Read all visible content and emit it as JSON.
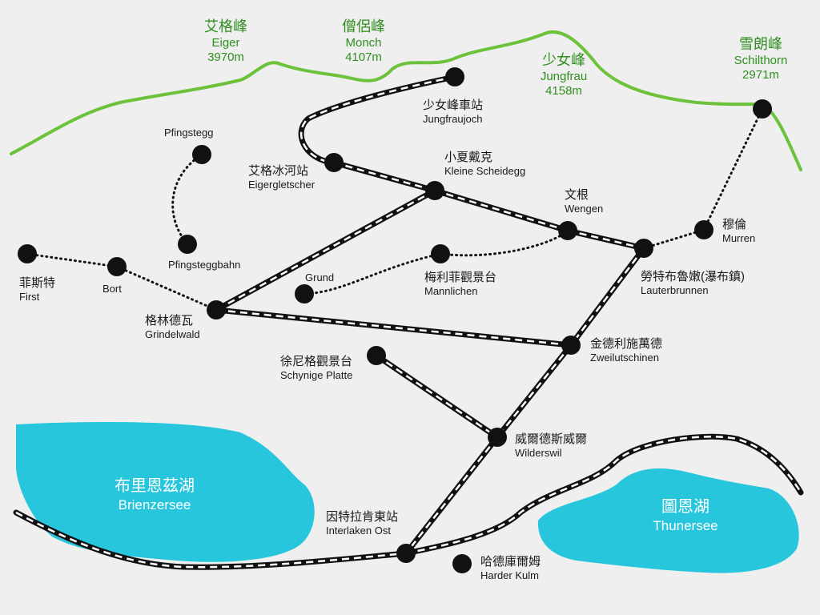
{
  "colors": {
    "background": "#efefef",
    "ridge": "#6cc23a",
    "peak_text": "#2f8f1f",
    "lake": "#27c6dc",
    "rail": "#111111",
    "station": "#111111"
  },
  "peaks": [
    {
      "id": "eiger",
      "zh": "艾格峰",
      "en": "Eiger",
      "height": "3970m"
    },
    {
      "id": "monch",
      "zh": "僧侶峰",
      "en": "Monch",
      "height": "4107m"
    },
    {
      "id": "jungfrau",
      "zh": "少女峰",
      "en": "Jungfrau",
      "height": "4158m"
    },
    {
      "id": "schilthorn",
      "zh": "雪朗峰",
      "en": "Schilthorn",
      "height": "2971m"
    }
  ],
  "lakes": [
    {
      "id": "brienz",
      "zh": "布里恩茲湖",
      "en": "Brienzersee"
    },
    {
      "id": "thun",
      "zh": "圖恩湖",
      "en": "Thunersee"
    }
  ],
  "stations": [
    {
      "id": "jungfraujoch",
      "zh": "少女峰車站",
      "en": "Jungfraujoch"
    },
    {
      "id": "eigergletscher",
      "zh": "艾格冰河站",
      "en": "Eigergletscher"
    },
    {
      "id": "kleine-scheidegg",
      "zh": "小夏戴克",
      "en": "Kleine Scheidegg"
    },
    {
      "id": "wengen",
      "zh": "文根",
      "en": "Wengen"
    },
    {
      "id": "murren",
      "zh": "穆倫",
      "en": "Murren"
    },
    {
      "id": "lauterbrunnen",
      "zh": "勞特布魯嫩(瀑布鎮)",
      "en": "Lauterbrunnen"
    },
    {
      "id": "pfingstegg",
      "zh": "",
      "en": "Pfingstegg"
    },
    {
      "id": "pfingsteggbahn",
      "zh": "",
      "en": "Pfingsteggbahn"
    },
    {
      "id": "first",
      "zh": "菲斯特",
      "en": "First"
    },
    {
      "id": "bort",
      "zh": "",
      "en": "Bort"
    },
    {
      "id": "grindelwald",
      "zh": "格林德瓦",
      "en": "Grindelwald"
    },
    {
      "id": "grund",
      "zh": "",
      "en": "Grund"
    },
    {
      "id": "mannlichen",
      "zh": "梅利菲觀景台",
      "en": "Mannlichen"
    },
    {
      "id": "zweilutschinen",
      "zh": "金德利施萬德",
      "en": "Zweilutschinen"
    },
    {
      "id": "schynige-platte",
      "zh": "徐尼格觀景台",
      "en": "Schynige Platte"
    },
    {
      "id": "wilderswil",
      "zh": "威爾德斯威爾",
      "en": "Wilderswil"
    },
    {
      "id": "interlaken-ost",
      "zh": "因特拉肯東站",
      "en": "Interlaken Ost"
    },
    {
      "id": "harder-kulm",
      "zh": "哈德庫爾姆",
      "en": "Harder Kulm"
    }
  ]
}
